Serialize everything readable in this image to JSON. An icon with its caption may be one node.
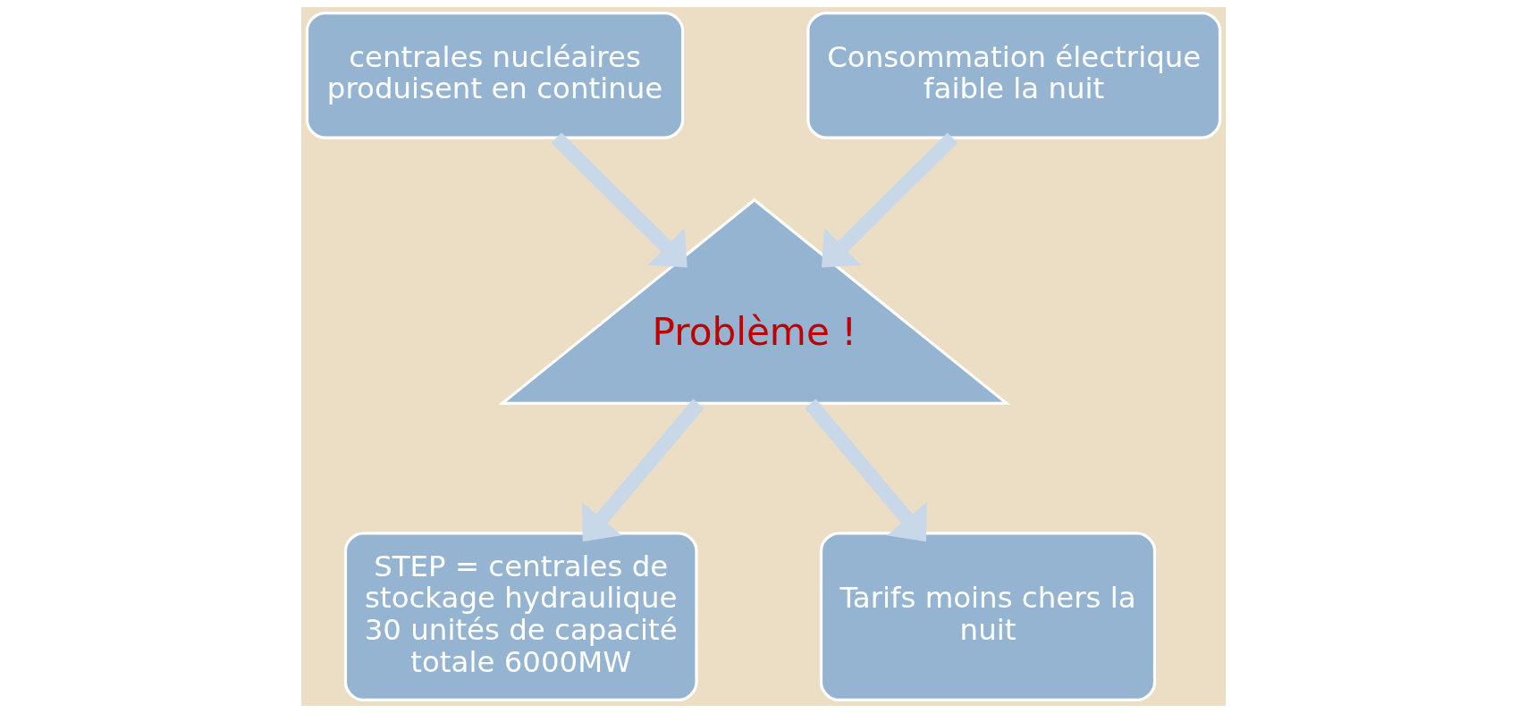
{
  "diagram": {
    "nodes": [
      {
        "text": [
          "centrales nucléaires produisent en continue"
        ]
      },
      {
        "text": [
          "Problème !"
        ]
      },
      {
        "text": [
          "Consommation électrique faible la nuit"
        ]
      },
      {
        "text": [
          "STEP = centrales de stockage hydraulique",
          "30 unités de capacité totale 6000MW"
        ]
      },
      {
        "text": [
          "Tarifs moins chers la nuit"
        ]
      }
    ],
    "edges": [
      {
        "from": 0,
        "to": 1,
        "arrow": "to"
      },
      {
        "from": 2,
        "to": 1,
        "arrow": "to"
      },
      {
        "from": 1,
        "to": 3,
        "arrow": "to"
      },
      {
        "from": 1,
        "to": 4,
        "arrow": "to"
      }
    ]
  }
}
